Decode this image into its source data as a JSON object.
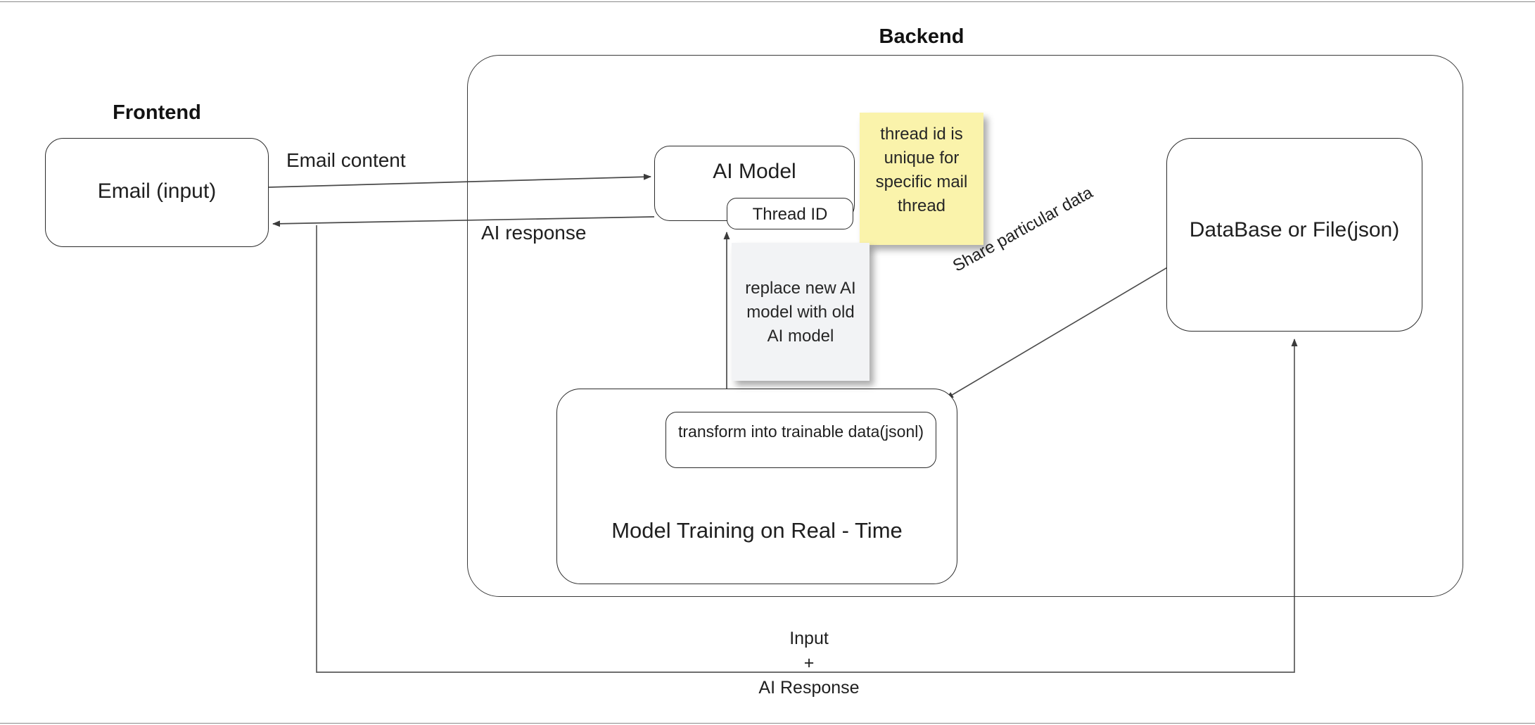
{
  "diagram": {
    "title_frontend": "Frontend",
    "title_backend": "Backend",
    "nodes": {
      "email_input": "Email (input)",
      "ai_model": "AI Model",
      "thread_id": "Thread ID",
      "model_training": "Model Training on Real - Time",
      "transform": "transform into trainable data(jsonl)",
      "database": "DataBase or File(json)"
    },
    "notes": {
      "thread_note": "thread id is unique for specific mail thread",
      "replace_note": "replace new AI model with old AI model"
    },
    "edges": {
      "email_content": "Email content",
      "ai_response": "AI response",
      "share_data": "Share particular data",
      "bottom_input": "Input",
      "bottom_plus": "+",
      "bottom_ai_response": "AI Response"
    },
    "colors": {
      "sticky_yellow": "#faf3ab",
      "sticky_gray": "#f2f3f5",
      "stroke": "#2b2b2b",
      "background": "#ffffff"
    }
  }
}
